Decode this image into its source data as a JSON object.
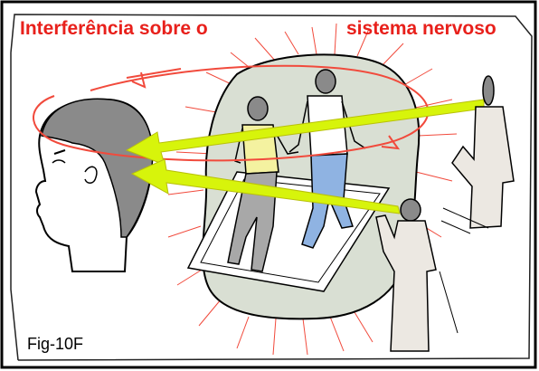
{
  "title": {
    "left": "Interferência sobre o",
    "right": "sistema nervoso"
  },
  "figure_label": "Fig-10F",
  "colors": {
    "title": "#e8201b",
    "bubble": "#d9dfd3",
    "ray": "#f14a3c",
    "arrow": "#d7f40b",
    "head_dark": "#8a8a8a",
    "shirt": "#f4f2a0",
    "pants_blue": "#8fb3e2",
    "pants_gray": "#a8a8a8"
  }
}
